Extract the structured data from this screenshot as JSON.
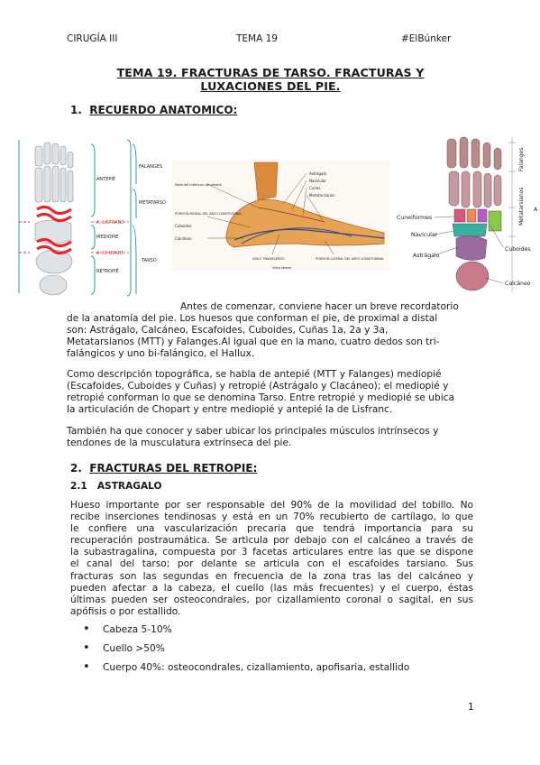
{
  "header": {
    "left": "CIRUGÍA III",
    "center": "TEMA 19",
    "right": "#ElBúnker"
  },
  "title": {
    "line1": "TEMA 19. FRACTURAS DE TARSO. FRACTURAS Y",
    "line2": "LUXACIONES DEL PIE."
  },
  "section1": {
    "number": "1.",
    "heading": "RECUERDO ANATOMICO:"
  },
  "figure_left": {
    "labels": [
      "ANTEPIÉ",
      "A. LISFRANC",
      "MEDIOPIÉ",
      "A. CHOPART",
      "RETROPIÉ",
      "FALANGES",
      "METATARSO",
      "TARSO"
    ]
  },
  "figure_center": {
    "labels": [
      "Astrágalo",
      "Navicular",
      "Cuñas",
      "Metatarsianos",
      "Calcáneo",
      "Cuboides",
      "Malla del tubérculo del peroné",
      "PORCIÓN MEDIAL DEL ARCO LONGITUDINAL",
      "ARCO TRANSVERSO",
      "PORCIÓN LATERAL DEL ARCO LONGITUDINAL",
      "Vista lateral"
    ]
  },
  "figure_right": {
    "labels": [
      "Falanges",
      "Metatarsianos",
      "Cuneiformes",
      "Navicular",
      "Cuboides",
      "Astrágalo",
      "Calcáneo",
      "A"
    ]
  },
  "intro": {
    "p1_line1": "Antes de comenzar, conviene hacer un breve recordatorio",
    "p1_line2": "de la anatomía del pie. Los huesos que conforman el pie, de proximal a distal",
    "p1_line3": "son: Astrágalo, Calcáneo, Escafoides, Cuboides, Cuñas 1a, 2a y 3a,",
    "p1_line4": "Metatarsianos (MTT) y Falanges.Al igual que en la mano, cuatro dedos son tri-",
    "p1_line5": "falángicos y uno bi-falángico, el Hallux.",
    "p2_line1": "Como descripción topográfica, se habla de antepié (MTT y Falanges) mediopié",
    "p2_line2": "(Escafoides, Cuboides y Cuñas) y retropié (Astrágalo y Clacáneo); el mediopié y",
    "p2_line3": "retropié conforman lo que se denomina Tarso. Entre retropié y mediopié se ubica",
    "p2_line4": "la articulación de Chopart y entre mediopié y antepié la de Lisfranc.",
    "p3_line1": "También ha que conocer y saber ubicar los principales músculos intrínsecos y",
    "p3_line2": "tendones de la musculatura extrínseca del pie."
  },
  "section2": {
    "number": "2.",
    "heading": "FRACTURAS DEL RETROPIE:"
  },
  "subsection21": {
    "number": "2.1",
    "heading": "ASTRAGALO"
  },
  "astragalo": {
    "lines": [
      "Hueso importante por ser responsable del 90% de la movilidad del tobillo. No",
      "recibe inserciones tendinosas y está en un 70% recubierto de cartílago, lo que",
      "le confiere una vascularización precaria que tendrá importancia para su",
      "recuperación postraumática. Se articula por debajo con el calcáneo a través de",
      "la subastragalina, compuesta por 3 facetas articulares entre las que se dispone",
      "el canal del tarso; por delante se articula con el escafoides tarsiano. Sus",
      "fracturas son las segundas en frecuencia de la zona tras las del calcáneo y",
      "pueden afectar a la cabeza, el cuello (las más frecuentes) y el cuerpo, éstas",
      "últimas pueden ser osteocondrales, por cizallamiento coronal o sagital, en sus"
    ],
    "last_line": "apófisis o por estallido."
  },
  "bullets": [
    "Cabeza 5-10%",
    "Cuello >50%",
    "Cuerpo 40%: osteocondrales, cizallamiento, apofisaria, estallido"
  ],
  "page_number": "1"
}
